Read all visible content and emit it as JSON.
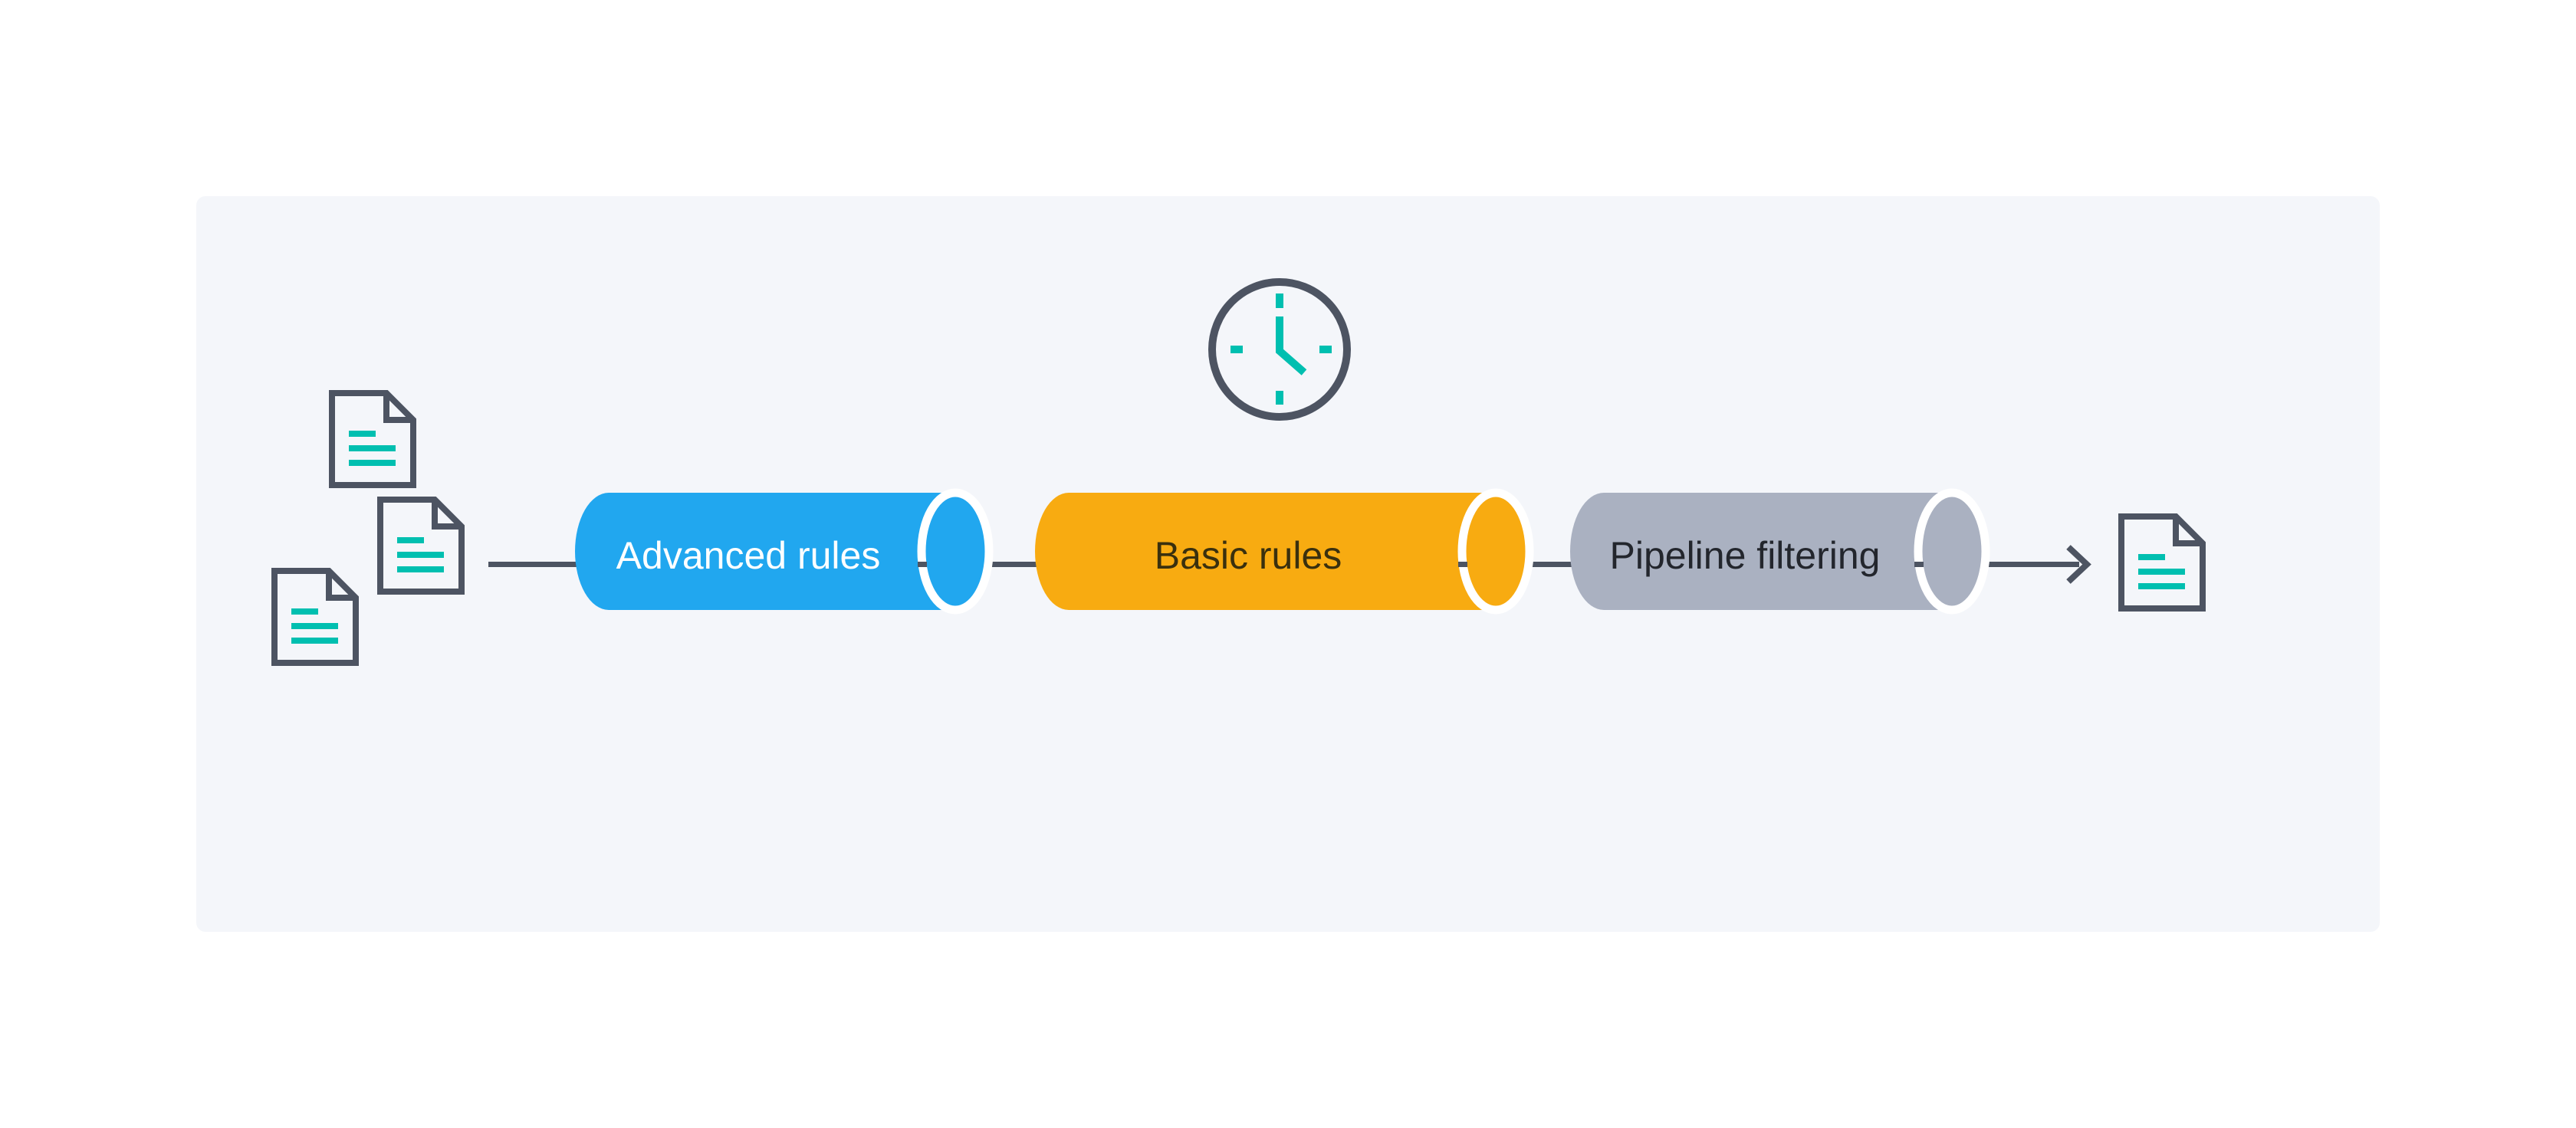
{
  "canvas": {
    "background": "#FFFFFF"
  },
  "panel": {
    "background": "#F4F6FA"
  },
  "palette": {
    "outline_dark": "#4D5462",
    "teal_accent": "#00BFB0",
    "stage_blue": "#21A7EF",
    "stage_orange": "#F8AB11",
    "stage_gray": "#AAB1C1",
    "cap_divider": "#FFFFFF"
  },
  "flow": {
    "stages": [
      {
        "label": "Advanced rules",
        "fill": "#21A7EF",
        "label_color": "#FFFFFF"
      },
      {
        "label": "Basic rules",
        "fill": "#F8AB11",
        "label_color": "#3A300E"
      },
      {
        "label": "Pipeline filtering",
        "fill": "#AAB1C1",
        "label_color": "#23262D"
      }
    ],
    "input_document_count": 3,
    "output_document_count": 1,
    "icons": [
      "document-icon",
      "clock-icon",
      "arrow-right-icon"
    ]
  }
}
